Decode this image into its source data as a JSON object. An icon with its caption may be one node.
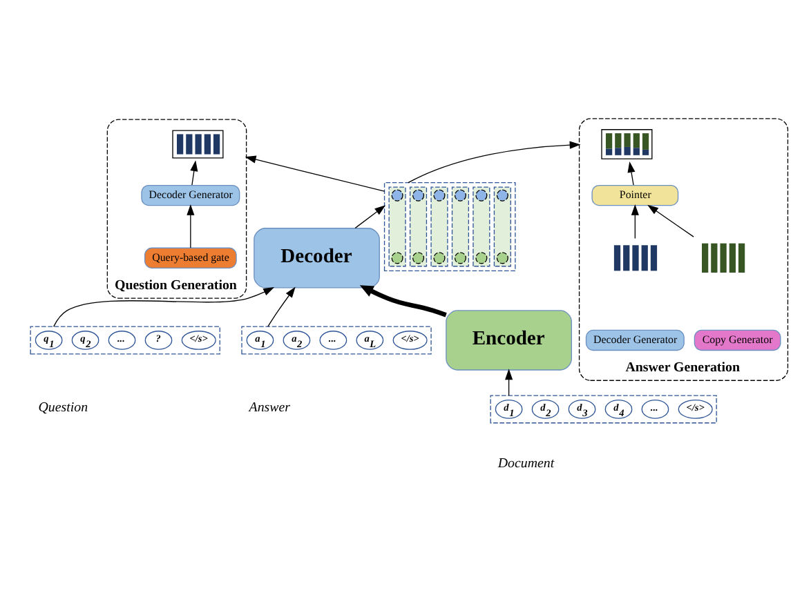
{
  "diagram": {
    "nodes": [
      {
        "text": [
          "Question Generation"
        ]
      },
      {
        "text": [],
        "shape": "picture",
        "in": 0
      },
      {
        "text": [
          "Decoder Generator"
        ],
        "in": 0
      },
      {
        "text": [
          "Query-based gate"
        ],
        "in": 0
      },
      {
        "text": [
          "Answer Generation"
        ]
      },
      {
        "text": [],
        "shape": "picture",
        "in": 4
      },
      {
        "text": [
          "Pointer"
        ],
        "in": 4
      },
      {
        "text": [],
        "shape": "picture",
        "in": 4
      },
      {
        "text": [],
        "shape": "picture",
        "in": 4
      },
      {
        "text": [
          "Decoder Generator"
        ],
        "in": 4
      },
      {
        "text": [
          "Copy Generator"
        ],
        "in": 4
      },
      {
        "text": [],
        "shape": "box"
      },
      {
        "text": [],
        "shape": "box",
        "in": 11
      },
      {
        "text": [],
        "shape": "box",
        "in": 11
      },
      {
        "text": [],
        "shape": "box",
        "in": 11
      },
      {
        "text": [],
        "shape": "box",
        "in": 11
      },
      {
        "text": [],
        "shape": "box",
        "in": 11
      },
      {
        "text": [],
        "shape": "box",
        "in": 11
      },
      {
        "text": [],
        "shape": "circle",
        "in": 12
      },
      {
        "text": [],
        "shape": "circle",
        "in": 12
      },
      {
        "text": [],
        "shape": "circle",
        "in": 13
      },
      {
        "text": [],
        "shape": "circle",
        "in": 13
      },
      {
        "text": [],
        "shape": "circle",
        "in": 14
      },
      {
        "text": [],
        "shape": "circle",
        "in": 14
      },
      {
        "text": [],
        "shape": "circle",
        "in": 15
      },
      {
        "text": [],
        "shape": "circle",
        "in": 15
      },
      {
        "text": [],
        "shape": "circle",
        "in": 16
      },
      {
        "text": [],
        "shape": "circle",
        "in": 16
      },
      {
        "text": [],
        "shape": "circle",
        "in": 17
      },
      {
        "text": [],
        "shape": "circle",
        "in": 17
      },
      {
        "text": [],
        "shape": "box",
        "beside": [
          "Question"
        ]
      },
      {
        "text": [
          "q$_{1}$"
        ],
        "in": 30
      },
      {
        "text": [
          "q$_{2}$"
        ],
        "in": 30
      },
      {
        "text": [
          "..."
        ],
        "in": 30
      },
      {
        "text": [
          "?"
        ],
        "in": 30
      },
      {
        "text": [
          "</s>"
        ],
        "in": 30
      },
      {
        "text": [
          "Decoder"
        ]
      },
      {
        "text": [],
        "shape": "box",
        "beside": [
          "Answer"
        ]
      },
      {
        "text": [
          "a$_{1}$"
        ],
        "in": 37
      },
      {
        "text": [
          "a$_{2}$"
        ],
        "in": 37
      },
      {
        "text": [
          "..."
        ],
        "in": 37
      },
      {
        "text": [
          "a$_{L}$"
        ],
        "in": 37
      },
      {
        "text": [
          "</s>"
        ],
        "in": 37
      },
      {
        "text": [
          "Encoder"
        ]
      },
      {
        "text": [],
        "shape": "box",
        "beside": [
          "Document"
        ]
      },
      {
        "text": [
          "d$_{1}$"
        ],
        "in": 44
      },
      {
        "text": [
          "d$_{2}$"
        ],
        "in": 44
      },
      {
        "text": [
          "d$_{3}$"
        ],
        "in": 44
      },
      {
        "text": [
          "d$_{4}$"
        ],
        "in": 44
      },
      {
        "text": [
          "..."
        ],
        "in": 44
      },
      {
        "text": [
          "</s>"
        ],
        "in": 44
      }
    ],
    "edges": [
      {
        "from": 3,
        "to": 2,
        "arrow": "to"
      },
      {
        "from": 2,
        "to": 1,
        "arrow": "to"
      },
      {
        "from": 7,
        "to": 6,
        "arrow": "to"
      },
      {
        "from": 8,
        "to": 6,
        "arrow": "to"
      },
      {
        "from": 6,
        "to": 5,
        "arrow": "to"
      },
      {
        "from": 11,
        "to": 0,
        "arrow": "to"
      },
      {
        "from": 11,
        "to": 4,
        "arrow": "to"
      },
      {
        "from": 36,
        "to": 11,
        "arrow": "to"
      },
      {
        "from": 30,
        "to": 36,
        "arrow": "to"
      },
      {
        "from": 37,
        "to": 36,
        "arrow": "to"
      },
      {
        "from": 43,
        "to": 36,
        "arrow": "to",
        "style": "thick"
      },
      {
        "from": 44,
        "to": 43,
        "arrow": "to"
      }
    ]
  }
}
